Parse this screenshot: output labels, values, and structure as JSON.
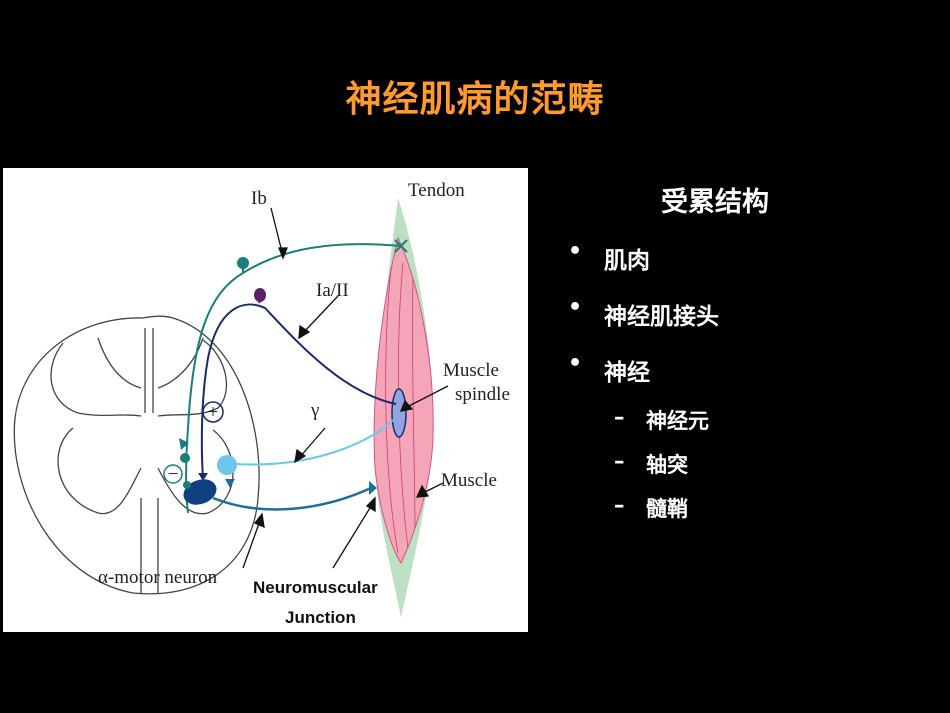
{
  "slide": {
    "title": "神经肌病的范畴"
  },
  "figure": {
    "labels": {
      "ib": "Ib",
      "tendon": "Tendon",
      "ia_ii": "Ia/II",
      "muscle_spindle_1": "Muscle",
      "muscle_spindle_2": "spindle",
      "gamma": "γ",
      "muscle": "Muscle",
      "alpha_motor_neuron": "α-motor neuron",
      "nmj_1": "Neuromuscular",
      "nmj_2": "Junction",
      "plus_sign": "+",
      "minus_sign": "−"
    },
    "colors": {
      "ib_fiber": "#1a7f78",
      "ia_fiber": "#1b2a6b",
      "gamma_fiber": "#6ec6e8",
      "alpha_fiber": "#1e6e9a",
      "muscle_fill": "#f4a6b8",
      "tendon_fill": "#9ed3a8"
    }
  },
  "list": {
    "heading": "受累结构",
    "bullet_glyph": "•",
    "dash_glyph": "–",
    "items": [
      {
        "label": "肌肉"
      },
      {
        "label": "神经肌接头"
      },
      {
        "label": "神经"
      }
    ],
    "subitems": [
      {
        "label": "神经元"
      },
      {
        "label": "轴突"
      },
      {
        "label": "髓鞘"
      }
    ]
  }
}
